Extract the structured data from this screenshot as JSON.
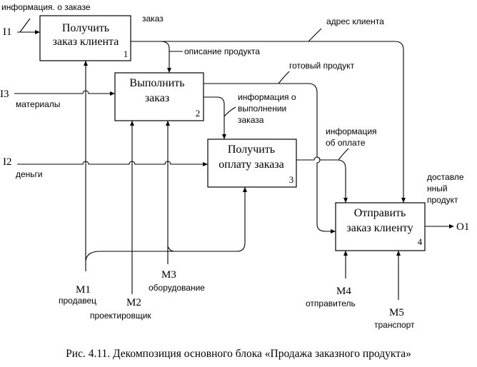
{
  "blocks": [
    {
      "id": "1",
      "line1": "Получить",
      "line2": "заказ клиента"
    },
    {
      "id": "2",
      "line1": "Выполнить",
      "line2": "заказ"
    },
    {
      "id": "3",
      "line1": "Получить",
      "line2": "оплату заказа"
    },
    {
      "id": "4",
      "line1": "Отправить",
      "line2": "заказ клиенту"
    }
  ],
  "inputs": {
    "i1": {
      "code": "I1",
      "label": "информация. о заказе"
    },
    "i3": {
      "code": "I3",
      "label": "материалы"
    },
    "i2": {
      "code": "I2",
      "label": "деньги"
    }
  },
  "mechanisms": {
    "m1": {
      "code": "M1",
      "label": "продавец"
    },
    "m2": {
      "code": "M2",
      "label": "проектировщик"
    },
    "m3": {
      "code": "M3",
      "label": "оборудование"
    },
    "m4": {
      "code": "M4",
      "label": "отправитель"
    },
    "m5": {
      "code": "M5",
      "label": "транспорт"
    }
  },
  "output": {
    "code": "O1",
    "label_line1": "доставле",
    "label_line2": "нный",
    "label_line3": "продукт"
  },
  "flows": {
    "zakaz": "заказ",
    "adres": "адрес клиента",
    "opisanie": "описание продукта",
    "gotovy": "готовый продукт",
    "info_vyp_1": "информация о",
    "info_vyp_2": "выполнении",
    "info_vyp_3": "заказа",
    "info_opl_1": "информация",
    "info_opl_2": "об оплате"
  },
  "caption": "Рис. 4.11. Декомпозиция основного блока «Продажа заказного продукта»"
}
